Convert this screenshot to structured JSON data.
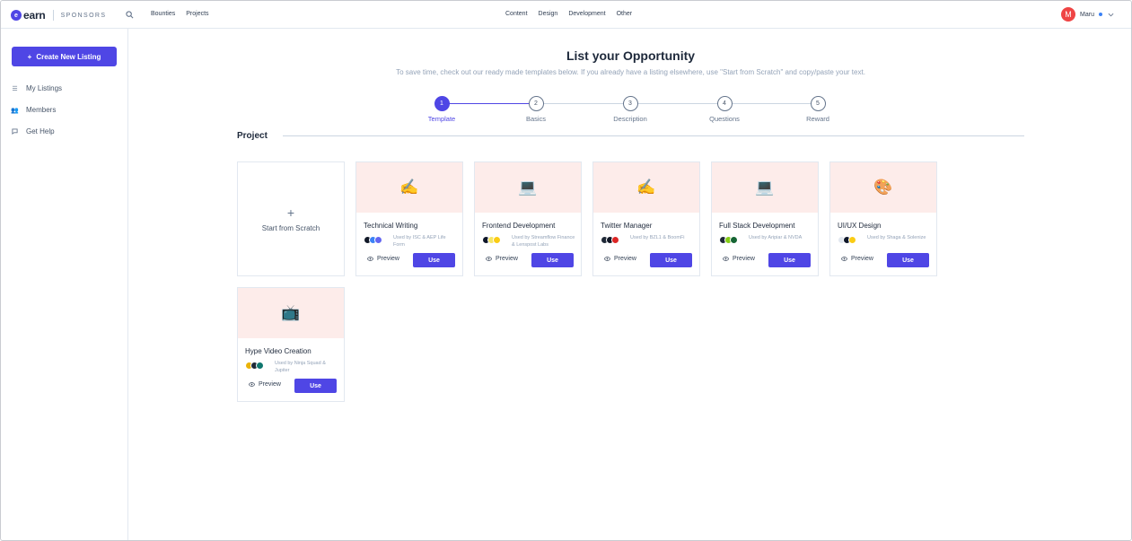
{
  "header": {
    "logo_text": "earn",
    "logo_sub": "SPONSORS",
    "nav_left": [
      "Bounties",
      "Projects"
    ],
    "nav_center": [
      "Content",
      "Design",
      "Development",
      "Other"
    ],
    "user_initial": "M",
    "user_name": "Maru"
  },
  "sidebar": {
    "create_label": "Create New Listing",
    "items": [
      {
        "label": "My Listings",
        "icon": "list-icon"
      },
      {
        "label": "Members",
        "icon": "members-icon"
      },
      {
        "label": "Get Help",
        "icon": "chat-icon"
      }
    ]
  },
  "main": {
    "title": "List your Opportunity",
    "subtitle": "To save time, check out our ready made templates below. If you already have a listing elsewhere, use \"Start from Scratch\" and copy/paste your text.",
    "steps": [
      {
        "num": "1",
        "label": "Template",
        "active": true
      },
      {
        "num": "2",
        "label": "Basics",
        "active": false
      },
      {
        "num": "3",
        "label": "Description",
        "active": false
      },
      {
        "num": "4",
        "label": "Questions",
        "active": false
      },
      {
        "num": "5",
        "label": "Reward",
        "active": false
      }
    ],
    "section_title": "Project",
    "scratch_label": "Start from Scratch",
    "preview_label": "Preview",
    "use_label": "Use",
    "templates": [
      {
        "emoji": "✍️",
        "title": "Technical Writing",
        "used_by": "Used by ISC & AEP Life Form",
        "avatar_colors": [
          "#111827",
          "#3b82f6",
          "#6366f1"
        ]
      },
      {
        "emoji": "💻",
        "title": "Frontend Development",
        "used_by": "Used by Streamflow Finance & Lenspost Labs",
        "avatar_colors": [
          "#0f172a",
          "#f5e663",
          "#facc15"
        ]
      },
      {
        "emoji": "✍️",
        "title": "Twitter Manager",
        "used_by": "Used by BZL1 & BoomFi",
        "avatar_colors": [
          "#1f2937",
          "#111827",
          "#dc2626"
        ]
      },
      {
        "emoji": "💻",
        "title": "Full Stack Development",
        "used_by": "Used by Aripiar & NVDA",
        "avatar_colors": [
          "#1f2937",
          "#84cc16",
          "#166534"
        ]
      },
      {
        "emoji": "🎨",
        "title": "UI/UX Design",
        "used_by": "Used by Shaga & Solenize",
        "avatar_colors": [
          "#e2e8f0",
          "#0f172a",
          "#facc15"
        ]
      },
      {
        "emoji": "📺",
        "title": "Hype Video Creation",
        "used_by": "Used by Ninja Squad & Jupiter",
        "avatar_colors": [
          "#eab308",
          "#1f2937",
          "#0f766e"
        ]
      }
    ]
  }
}
